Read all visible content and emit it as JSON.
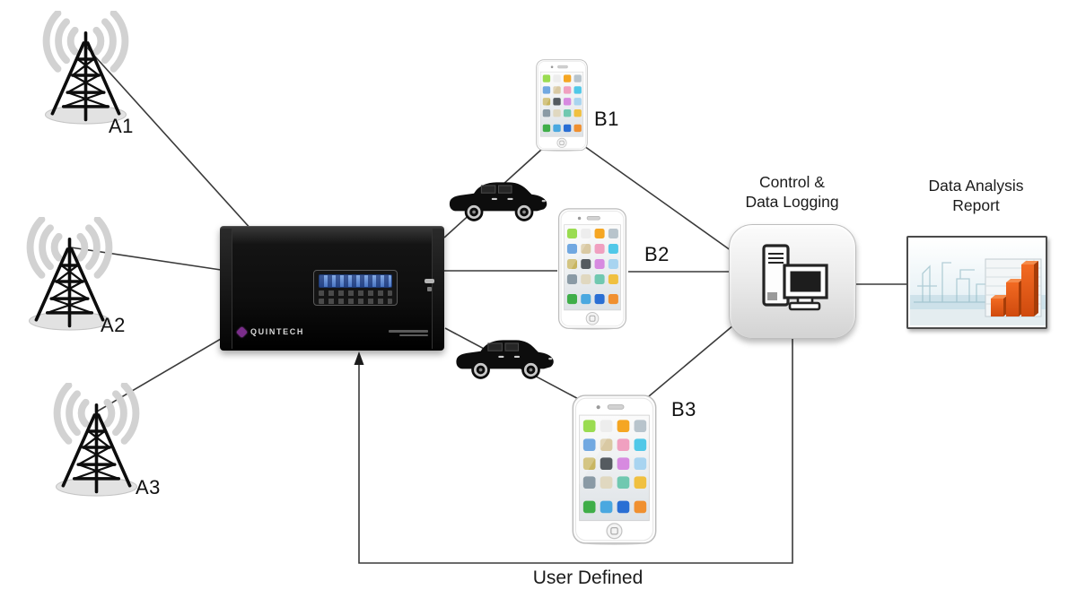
{
  "diagram": {
    "antennas": [
      {
        "id": "A1"
      },
      {
        "id": "A2"
      },
      {
        "id": "A3"
      }
    ],
    "phones": [
      {
        "id": "B1"
      },
      {
        "id": "B2"
      },
      {
        "id": "B3"
      }
    ],
    "device": {
      "brand": "QUINTECH"
    },
    "control": {
      "line1": "Control &",
      "line2": "Data Logging"
    },
    "report": {
      "line1": "Data Analysis",
      "line2": "Report"
    },
    "feedback_label": "User Defined",
    "colors": {
      "line": "#3a3a3a",
      "brand_purple": "#7b2d8b",
      "lcd_blue": "#4a76c4",
      "chart_orange": "#e8541c"
    }
  }
}
